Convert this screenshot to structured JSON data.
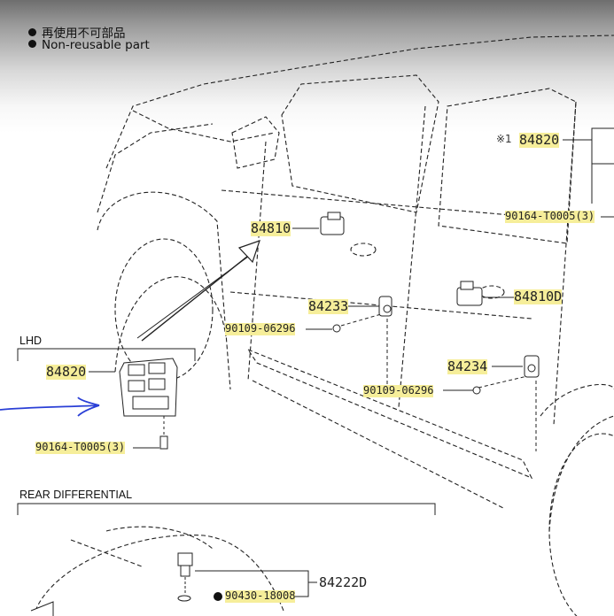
{
  "legend": {
    "line1": "再使用不可部品",
    "line2": "Non-reusable part"
  },
  "sections": {
    "lhd": "LHD",
    "rear_diff": "REAR DIFFERENTIAL"
  },
  "note_mark": "※1",
  "parts": {
    "p84820_top": "84820",
    "p90164_top": "90164-T0005(3)",
    "p84810": "84810",
    "p84810D": "84810D",
    "p84233": "84233",
    "p90109_a": "90109-06296",
    "p84234": "84234",
    "p90109_b": "90109-06296",
    "p84820_lhd": "84820",
    "p90164_lhd": "90164-T0005(3)",
    "p84222D": "84222D",
    "p90430": "90430-18008"
  },
  "colors": {
    "highlight": "#f6ee9a",
    "annotation_stroke": "#2a3fd6",
    "line": "#222222"
  }
}
